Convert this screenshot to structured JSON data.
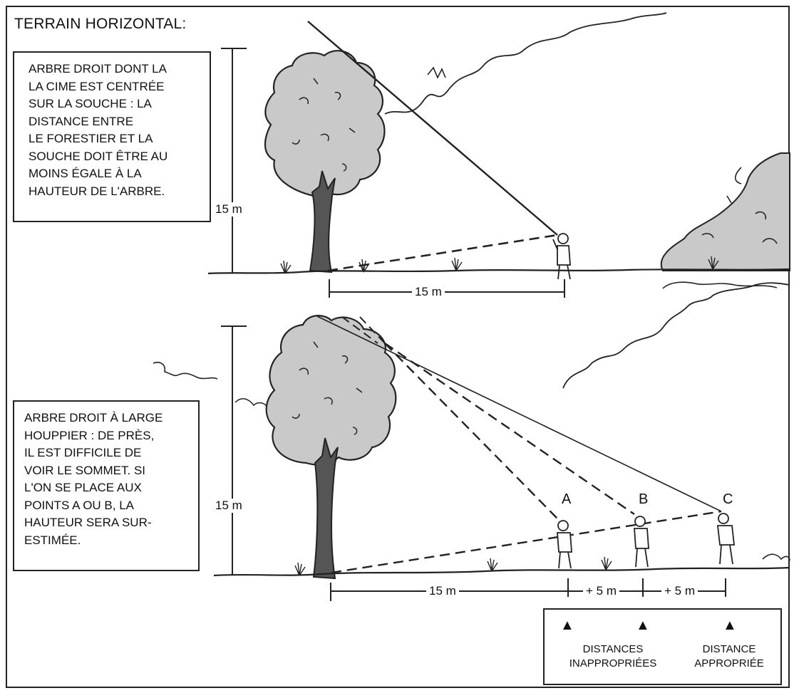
{
  "title": "TERRAIN HORIZONTAL:",
  "panel1": {
    "text_lines": [
      "ARBRE DROIT DONT LA",
      "LA CIME EST CENTRÉE",
      "SUR LA SOUCHE : LA",
      "DISTANCE ENTRE",
      "LE FORESTIER ET LA",
      "SOUCHE DOIT ÊTRE AU",
      "MOINS ÉGALE À LA",
      "HAUTEUR DE L'ARBRE."
    ],
    "height_label": "15 m",
    "distance_label": "15 m"
  },
  "panel2": {
    "text_lines": [
      "ARBRE DROIT À LARGE",
      "HOUPPIER : DE PRÈS,",
      "IL EST DIFFICILE DE",
      "VOIR LE SOMMET. SI",
      "L'ON SE PLACE AUX",
      "POINTS A OU B, LA",
      "HAUTEUR SERA SUR-",
      "ESTIMÉE."
    ],
    "height_label": "15 m",
    "distance_label": "15 m",
    "extra_a": "+ 5 m",
    "extra_b": "+ 5 m",
    "points": [
      "A",
      "B",
      "C"
    ]
  },
  "legend": {
    "inappropriate": [
      "DISTANCES",
      "INAPPROPRIÉES"
    ],
    "appropriate": [
      "DISTANCE",
      "APPROPRIÉE"
    ]
  },
  "colors": {
    "foliage": "#c9c9c9",
    "trunk": "#555555",
    "outline": "#222222"
  },
  "icons": [
    "tree",
    "person-with-clinometer",
    "shrub",
    "grass-tuft",
    "triangle-marker"
  ]
}
